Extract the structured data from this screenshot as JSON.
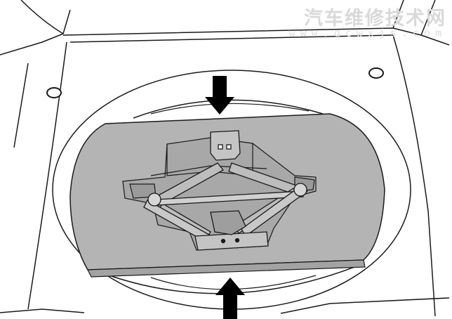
{
  "watermark": {
    "title": "汽车维修技术网",
    "url": "www.qcwxjs.com"
  },
  "colors": {
    "line": "#1a1a1a",
    "panel": "#b4b4b4",
    "panel_edge": "#8f8f8f",
    "background": "#ffffff",
    "watermark": "#d9d9d9"
  },
  "arrows": {
    "top_direction": "down",
    "bottom_direction": "up"
  }
}
